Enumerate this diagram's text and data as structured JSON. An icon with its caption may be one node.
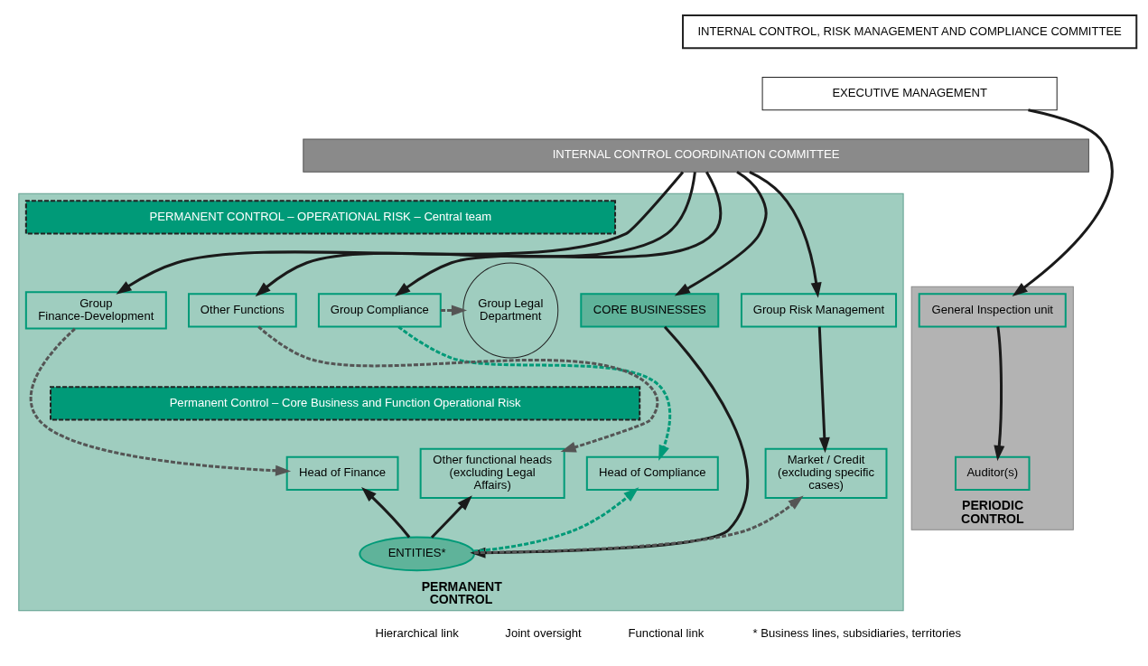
{
  "diagram": {
    "nodes": [
      {
        "text": [
          "INTERNAL CONTROL, RISK MANAGEMENT AND COMPLIANCE COMMITTEE"
        ]
      },
      {
        "text": [
          "EXECUTIVE MANAGEMENT"
        ]
      },
      {
        "text": [
          "INTERNAL CONTROL COORDINATION COMMITTEE"
        ]
      },
      {
        "text": [
          "PERIODIC CONTROL"
        ]
      },
      {
        "text": [
          "General Inspection unit"
        ],
        "in": 3
      },
      {
        "text": [
          "Auditor(s)"
        ],
        "in": 3
      },
      {
        "text": [
          "PERMANENT CONTROL"
        ]
      },
      {
        "text": [
          "PERMANENT CONTROL – OPERATIONAL RISK – Central team"
        ],
        "in": 6
      },
      {
        "text": [
          "Group Compliance"
        ],
        "in": 6
      },
      {
        "text": [
          "Group Legal Department"
        ],
        "in": 6
      },
      {
        "text": [
          "Other Functions"
        ],
        "in": 6
      },
      {
        "text": [
          "Group Finance-Development"
        ],
        "in": 6
      },
      {
        "text": [
          "Group Risk Management"
        ],
        "in": 6
      },
      {
        "text": [
          "CORE BUSINESSES"
        ],
        "in": 6
      },
      {
        "text": [
          "Permanent Control – Core Business and Function Operational Risk"
        ],
        "in": 6
      },
      {
        "text": [
          "Head of Compliance"
        ],
        "in": 6
      },
      {
        "text": [
          "Other functional heads (excluding Legal Affairs)"
        ],
        "in": 6
      },
      {
        "text": [
          "Head of Finance"
        ],
        "in": 6
      },
      {
        "text": [
          "Market / Credit (excluding specific cases)"
        ],
        "in": 6
      },
      {
        "text": [
          "ENTITIES*"
        ],
        "in": 6
      }
    ],
    "edges": [
      {
        "from": 1,
        "to": 4,
        "arrow": "to"
      },
      {
        "from": 4,
        "to": 5,
        "arrow": "to"
      },
      {
        "from": 2,
        "to": 8,
        "arrow": "to"
      },
      {
        "from": 2,
        "to": 10,
        "arrow": "to"
      },
      {
        "from": 2,
        "to": 11,
        "arrow": "to"
      },
      {
        "from": 2,
        "to": 12,
        "arrow": "to"
      },
      {
        "from": 2,
        "to": 13,
        "arrow": "to"
      },
      {
        "from": 8,
        "to": 9,
        "arrow": "to",
        "style": "dashed",
        "color": "#555555"
      },
      {
        "from": 8,
        "to": 15,
        "arrow": "to",
        "style": "dashed",
        "color": "#009a78"
      },
      {
        "from": 10,
        "to": 16,
        "arrow": "to",
        "style": "dashed",
        "color": "#555555"
      },
      {
        "from": 11,
        "to": 17,
        "arrow": "to",
        "style": "dashed",
        "color": "#555555"
      },
      {
        "from": 12,
        "to": 18,
        "arrow": "to"
      },
      {
        "from": 13,
        "to": 19,
        "arrow": "to"
      },
      {
        "from": 19,
        "to": 16,
        "arrow": "to"
      },
      {
        "from": 19,
        "to": 17,
        "arrow": "to"
      },
      {
        "from": 19,
        "to": 18,
        "arrow": "to",
        "style": "dashed",
        "color": "#555555"
      },
      {
        "from": 19,
        "to": 15,
        "arrow": "to",
        "style": "dashed",
        "color": "#009a78"
      }
    ],
    "labels": [
      "* Business lines, subsidiaries, territories"
    ],
    "legend": [
      {
        "text": "Hierarchical link"
      },
      {
        "text": "Joint oversight"
      },
      {
        "text": "Functional link"
      }
    ]
  }
}
